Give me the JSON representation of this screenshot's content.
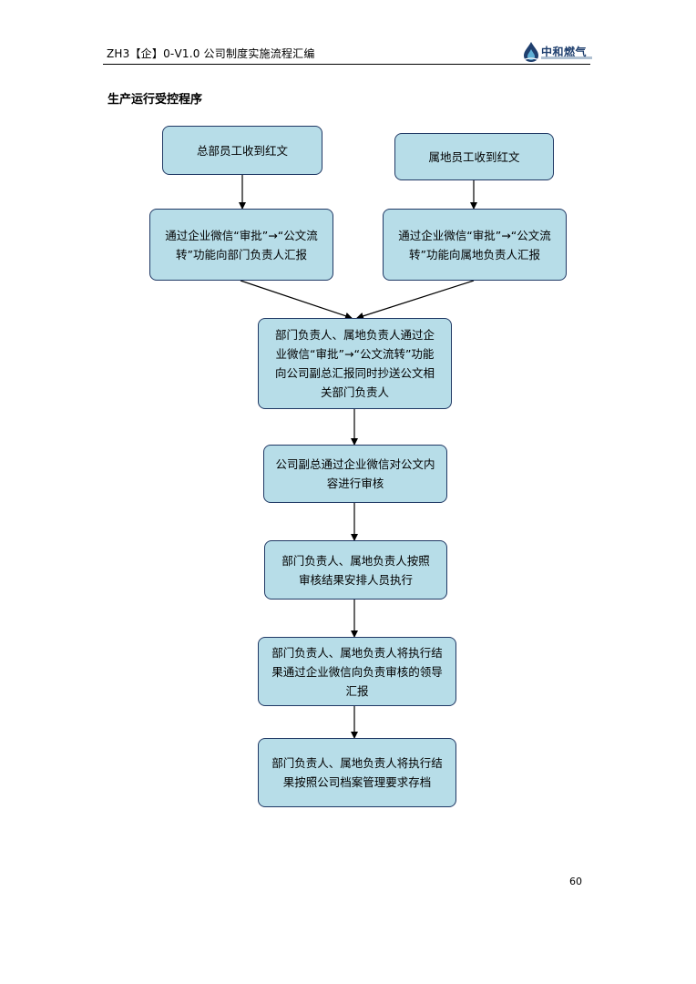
{
  "header": {
    "doc_title": "ZH3【企】0-V1.0 公司制度实施流程汇编",
    "logo_text": "中和燃气",
    "logo_icon": "flame-drop-icon",
    "brand_color": "#1f3f6e"
  },
  "section_title": "生产运行受控程序",
  "flow": {
    "nodes": {
      "hq_receive": "总部员工收到红文",
      "local_receive": "属地员工收到红文",
      "hq_report": "通过企业微信“审批”→“公文流转”功能向部门负责人汇报",
      "local_report": "通过企业微信“审批”→“公文流转”功能向属地负责人汇报",
      "joint_report": "部门负责人、属地负责人通过企业微信“审批”→“公文流转”功能向公司副总汇报同时抄送公文相关部门负责人",
      "vp_review": "公司副总通过企业微信对公文内容进行审核",
      "execute": "部门负责人、属地负责人按照审核结果安排人员执行",
      "report_result": "部门负责人、属地负责人将执行结果通过企业微信向负责审核的领导汇报",
      "archive": "部门负责人、属地负责人将执行结果按照公司档案管理要求存档"
    },
    "box_fill": "#b7dde8",
    "box_border": "#1f3864"
  },
  "page_number": "60"
}
